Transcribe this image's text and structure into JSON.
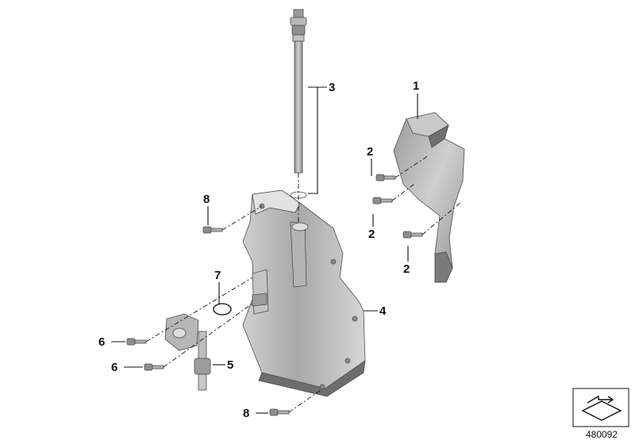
{
  "diagram": {
    "callouts": {
      "c1": "1",
      "c2a": "2",
      "c2b": "2",
      "c2c": "2",
      "c3": "3",
      "c4": "4",
      "c5": "5",
      "c6a": "6",
      "c6b": "6",
      "c7": "7",
      "c8a": "8",
      "c8b": "8"
    },
    "code": "480092",
    "colors": {
      "part_light": "#d9d9d9",
      "part_mid": "#a9a9a9",
      "part_dark": "#7c7c7c",
      "line": "#111111"
    }
  }
}
